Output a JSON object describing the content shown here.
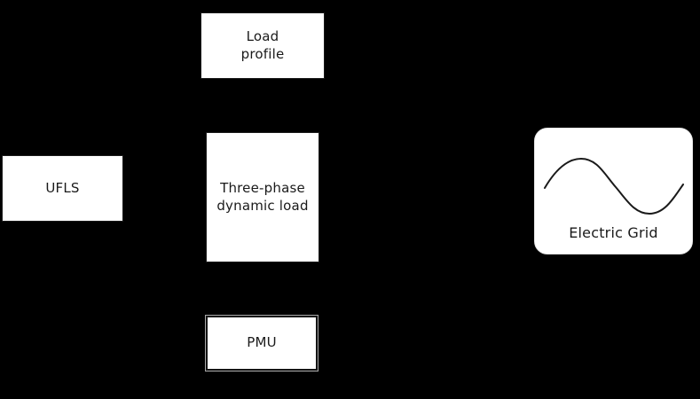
{
  "diagram": {
    "background_color": "#000000",
    "block_fill": "#ffffff",
    "text_color": "#1a1a1a",
    "blocks": {
      "load_profile": {
        "label_line1": "Load",
        "label_line2": "profile"
      },
      "ufls": {
        "label": "UFLS"
      },
      "three_phase": {
        "label_line1": "Three-phase",
        "label_line2": "dynamic load"
      },
      "pmu": {
        "label": "PMU",
        "border_style": "double"
      },
      "electric_grid": {
        "label": "Electric Grid",
        "icon": "sine-wave-icon"
      }
    }
  }
}
